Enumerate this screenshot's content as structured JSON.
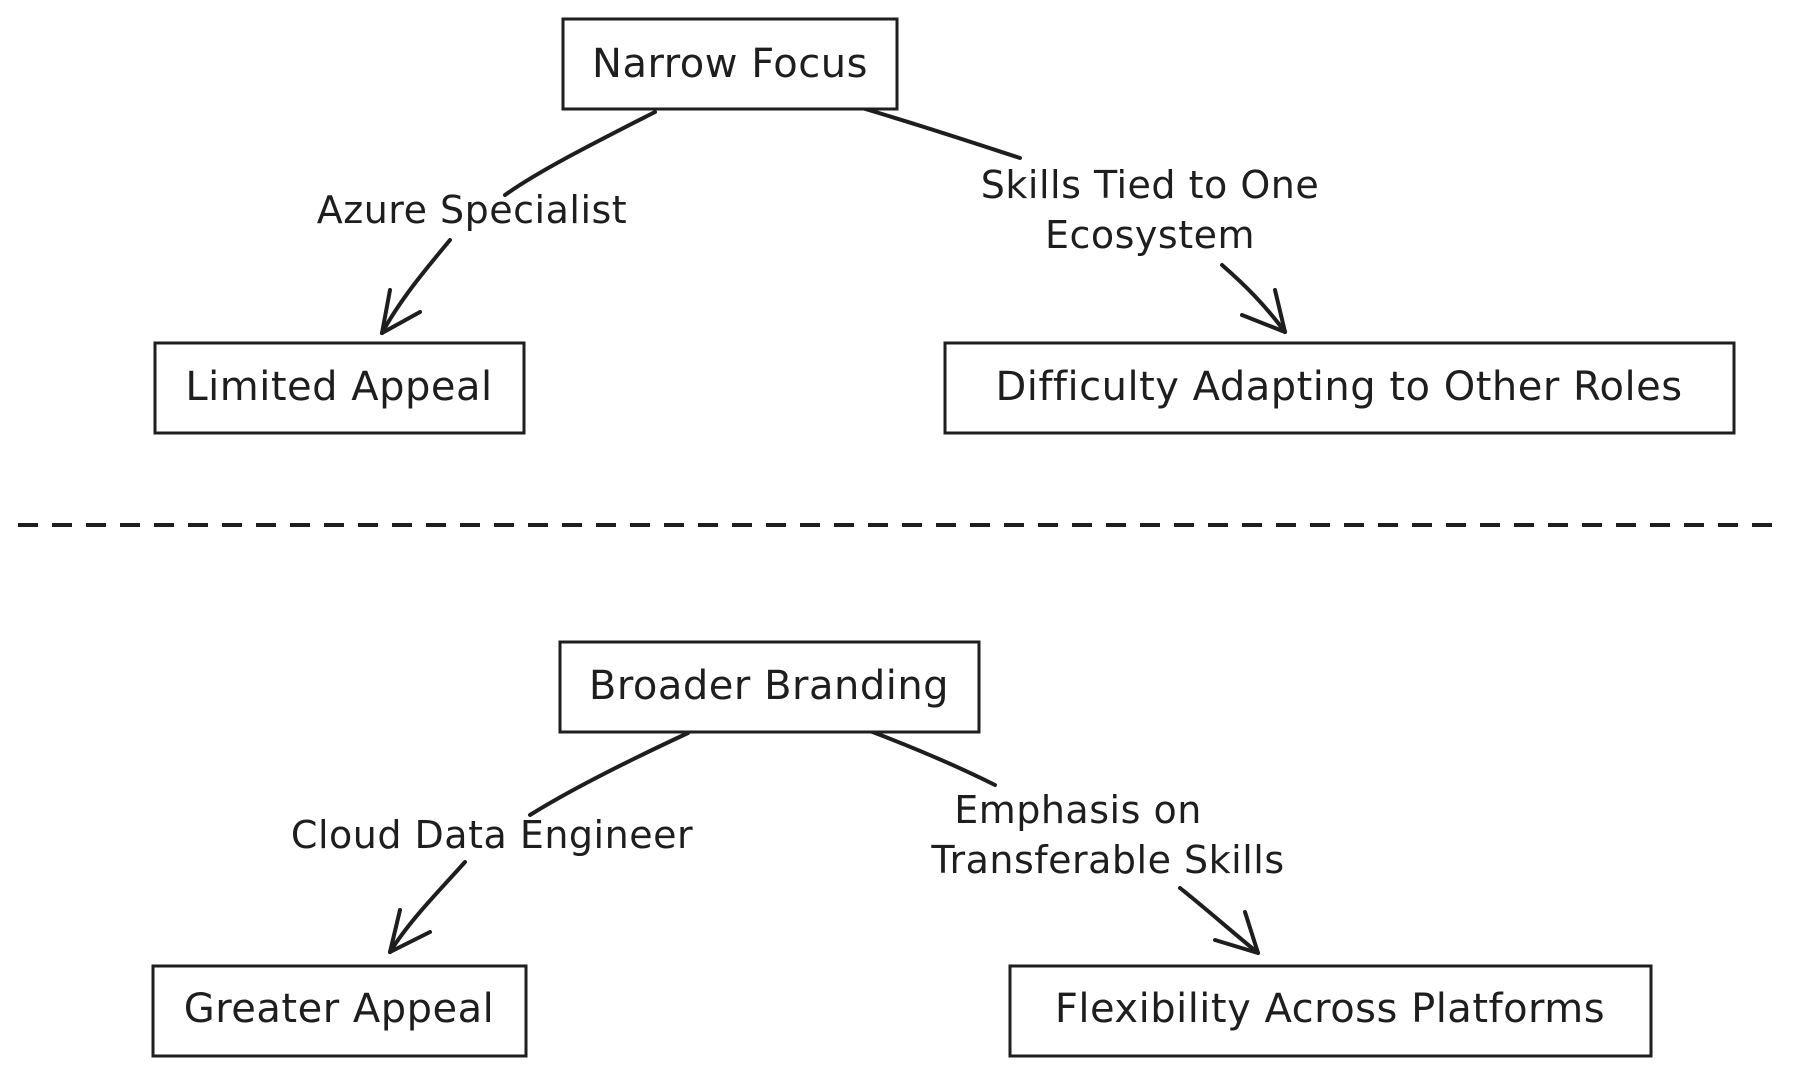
{
  "colors": {
    "stroke": "#1e1e1e",
    "background": "#ffffff"
  },
  "sections": [
    {
      "root": "Narrow Focus",
      "left_edge_label": "Azure Specialist",
      "left_leaf": "Limited Appeal",
      "right_edge_label_lines": [
        "Skills Tied to One",
        "Ecosystem"
      ],
      "right_leaf": "Difficulty Adapting to Other Roles"
    },
    {
      "root": "Broader Branding",
      "left_edge_label": "Cloud Data Engineer",
      "left_leaf": "Greater Appeal",
      "right_edge_label_lines": [
        "Emphasis on",
        "Transferable Skills"
      ],
      "right_leaf": "Flexibility Across Platforms"
    }
  ]
}
